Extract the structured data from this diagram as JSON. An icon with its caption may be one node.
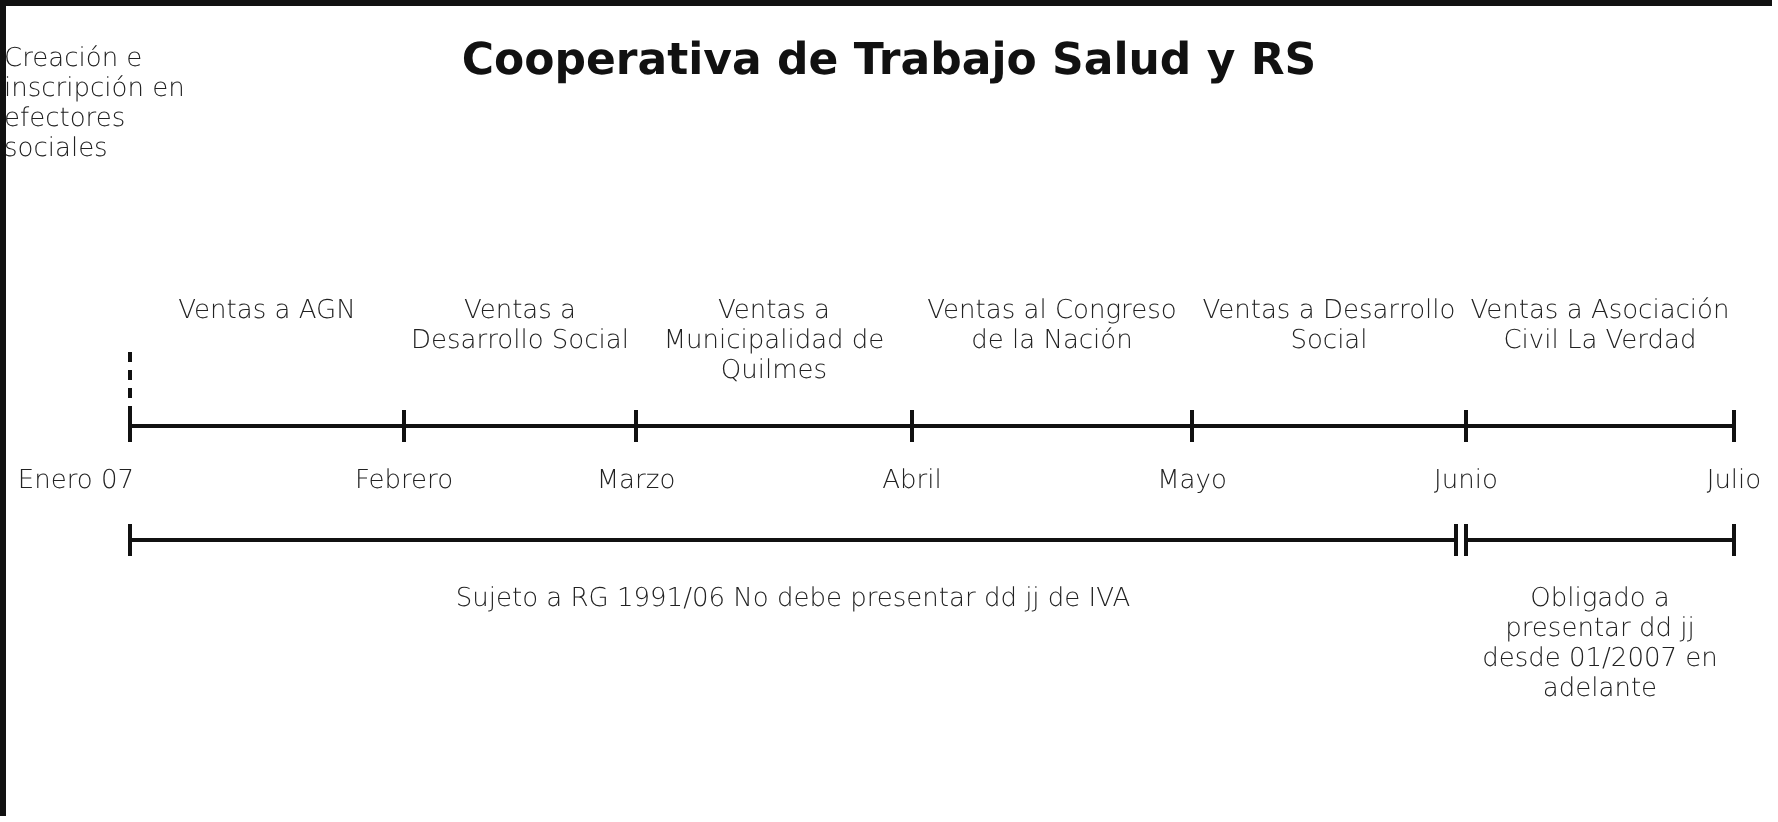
{
  "diagram": {
    "title": "Cooperativa de Trabajo Salud y RS",
    "labels": [
      "Creación e inscripción en efectores sociales",
      "Ventas a AGN",
      "Ventas a Desarrollo Social",
      "Ventas a Municipalidad de Quilmes",
      "Ventas al Congreso de la Nación",
      "Ventas a Desarrollo Social",
      "Ventas a Asociación Civil La Verdad",
      "Enero 07",
      "Febrero",
      "Marzo",
      "Abril",
      "Mayo",
      "Junio",
      "Julio",
      "Sujeto a RG 1991/06 No debe presentar dd jj de IVA",
      "Obligado a presentar dd jj desde 01/2007 en adelante"
    ]
  }
}
